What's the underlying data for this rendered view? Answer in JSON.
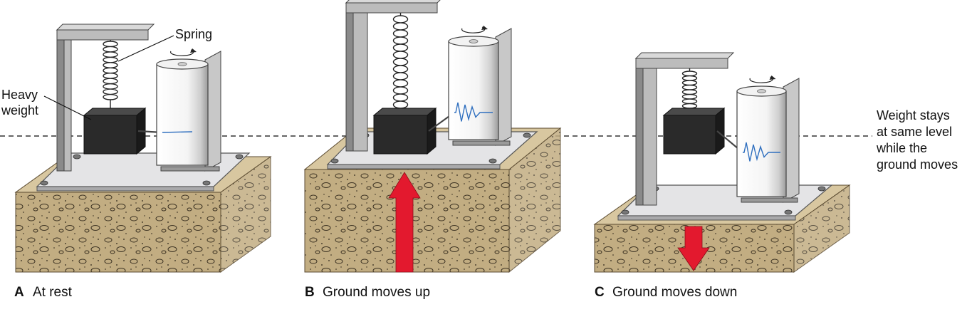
{
  "labels": {
    "spring": "Spring",
    "heavy_weight": [
      "Heavy",
      "weight"
    ],
    "side_note": [
      "Weight stays",
      "at same level",
      "while the",
      "ground moves"
    ]
  },
  "panels": [
    {
      "letter": "A",
      "caption": "At rest",
      "arrow": "none"
    },
    {
      "letter": "B",
      "caption": "Ground moves up",
      "arrow": "up"
    },
    {
      "letter": "C",
      "caption": "Ground moves down",
      "arrow": "down"
    }
  ],
  "colors": {
    "soil": "#c2ad82",
    "soil_top": "#d8c7a0",
    "metal": "#bcbcbc",
    "metal_dark": "#8a8a8a",
    "plate": "#e4e4e6",
    "weight": "#2a2a2a",
    "trace": "#2f6fbf",
    "arrow": "#e3192e"
  }
}
